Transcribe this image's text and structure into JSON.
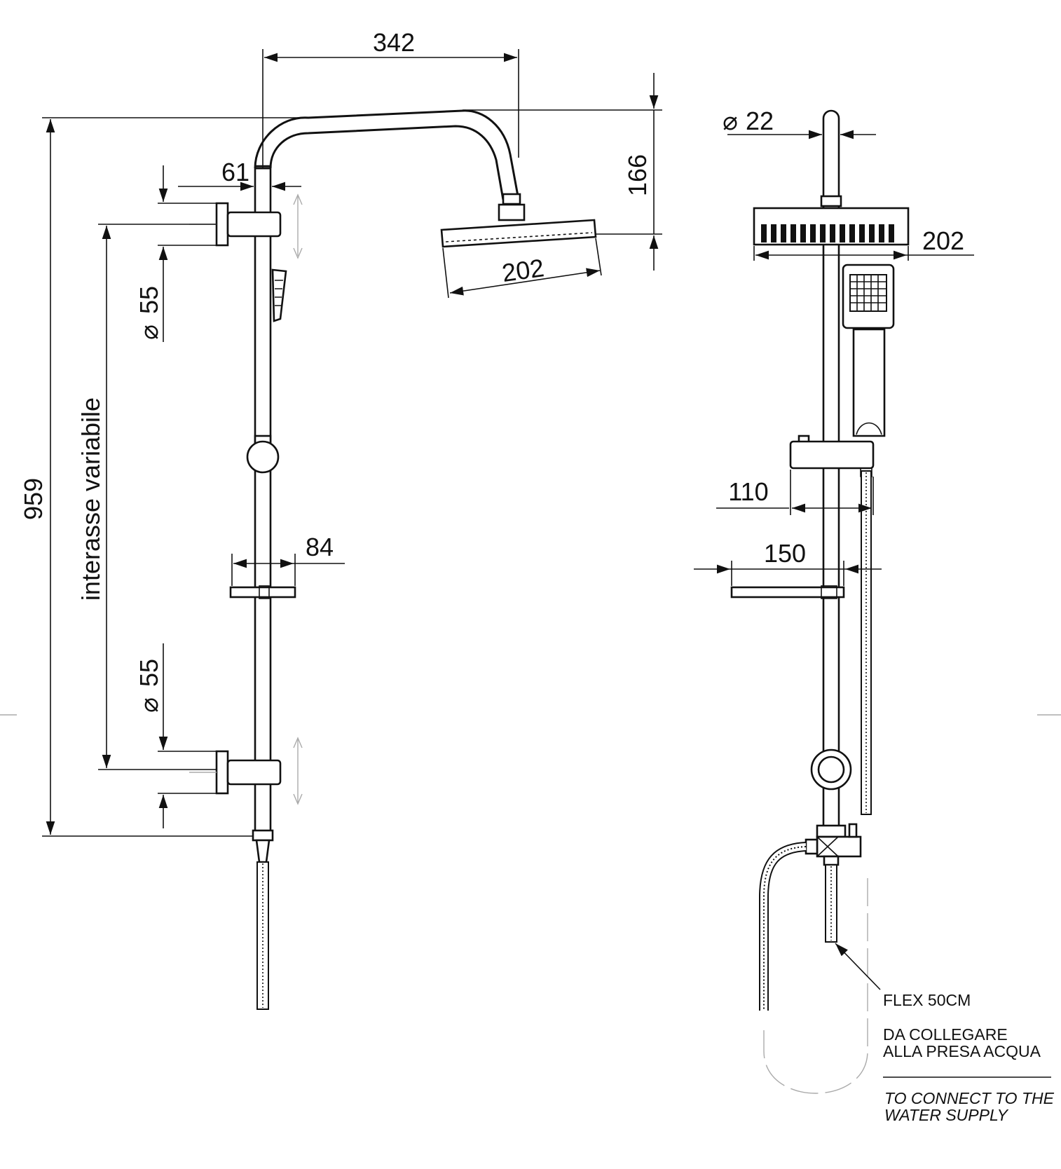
{
  "dimensions": {
    "arm_projection": "342",
    "head_drop": "166",
    "head_width_side": "202",
    "head_width_front": "202",
    "overall_height": "959",
    "wall_offset": "61",
    "bracket_diameter_top": "55",
    "bracket_diameter_bottom": "55",
    "shelf_depth": "84",
    "pipe_diameter": "22",
    "slider_projection": "110",
    "shelf_width": "150",
    "diameter_symbol": "⌀"
  },
  "labels": {
    "variable_spacing": "interasse variabile",
    "flex_length": "FLEX 50CM",
    "connect_it_line1": "DA COLLEGARE",
    "connect_it_line2": "ALLA PRESA ACQUA",
    "connect_en_line1": "TO CONNECT TO THE",
    "connect_en_line2": "WATER SUPPLY"
  }
}
